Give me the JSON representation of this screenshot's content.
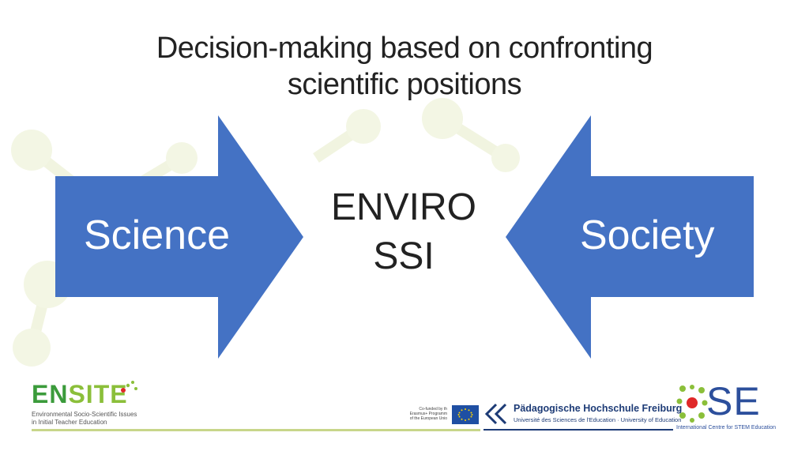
{
  "title": {
    "line1": "Decision-making based on confronting",
    "line2": "scientific positions"
  },
  "left_arrow": {
    "label": "Science"
  },
  "right_arrow": {
    "label": "Society"
  },
  "center": {
    "line1": "ENVIRO",
    "line2": "SSI"
  },
  "footer": {
    "ensite": {
      "en": "EN",
      "site": "SITE",
      "line1": "Environmental Socio-Scientific Issues",
      "line2": "in Initial Teacher Education"
    },
    "eu": {
      "line1": "Co-funded by th",
      "line2": "Erasmus+ Programm",
      "line3": "of the European Unio"
    },
    "ph": {
      "name": "Pädagogische Hochschule Freiburg",
      "sub": "Université des Sciences de l'Education · University of Education"
    },
    "icse": {
      "word": "SE",
      "sub": "International Centre for STEM Education"
    }
  },
  "colors": {
    "arrow": "#4472c4",
    "accent_green": "#c8d68a"
  }
}
